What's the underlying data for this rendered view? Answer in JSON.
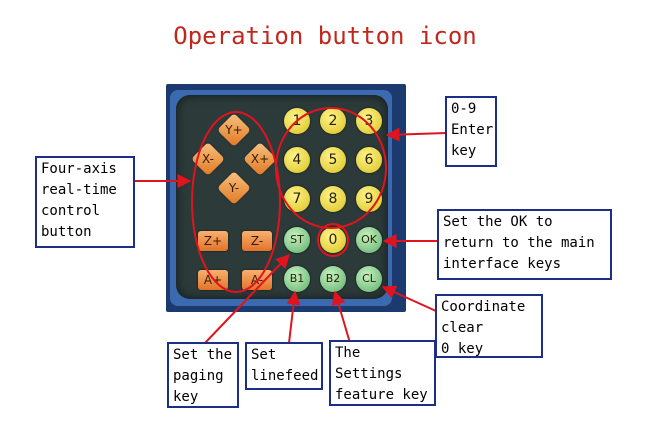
{
  "title": "Operation button icon",
  "colors": {
    "title": "#c0281e",
    "callout_border": "#1c2e86",
    "annotation_red": "#e0141e",
    "panel_blue": "#3c6ab0",
    "key_orange": "#e27328",
    "key_yellow": "#d8c21e",
    "key_green": "#5fae6a"
  },
  "keypad": {
    "arrows": {
      "up": "Y+",
      "left": "X-",
      "right": "X+",
      "down": "Y-"
    },
    "z_plus": "Z+",
    "z_minus": "Z-",
    "a_plus": "A+",
    "a_minus": "A-",
    "digits": [
      "1",
      "2",
      "3",
      "4",
      "5",
      "6",
      "7",
      "8",
      "9",
      "0"
    ],
    "st": "ST",
    "ok": "OK",
    "b1": "B1",
    "b2": "B2",
    "cl": "CL"
  },
  "callouts": {
    "four_axis": [
      "Four-axis",
      "real-time",
      "control",
      "button"
    ],
    "enter_key": [
      "0-9",
      "Enter",
      "key"
    ],
    "ok_key": [
      "Set the OK to",
      "return to the main",
      "interface keys"
    ],
    "coord_clear": [
      "Coordinate",
      "clear",
      "0 key"
    ],
    "paging": [
      "Set the",
      "paging",
      "key"
    ],
    "linefeed": [
      "Set",
      "linefeed"
    ],
    "settings": [
      "The",
      "Settings",
      "feature key"
    ]
  }
}
